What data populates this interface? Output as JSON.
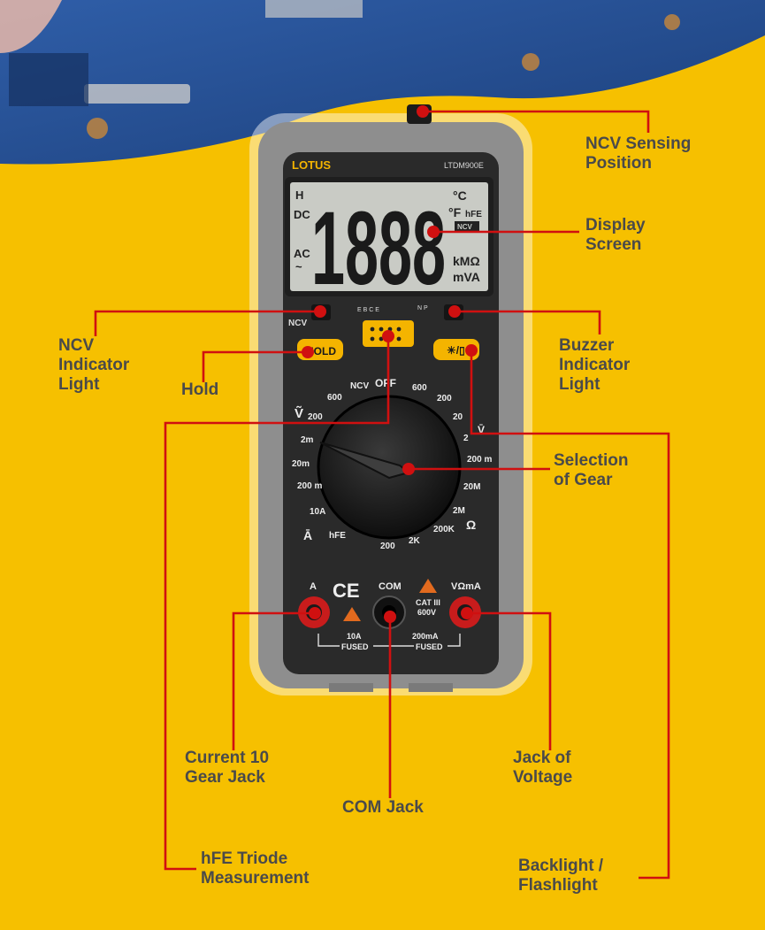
{
  "device": {
    "brand": "LOTUS",
    "model": "LTDM900E",
    "lcd": {
      "digits": "1888",
      "left_symbols": [
        "H",
        "DC",
        "AC",
        "~"
      ],
      "right_symbols": [
        "°C",
        "°F",
        "hFE",
        "NCV",
        "kMΩ",
        "mVA"
      ]
    },
    "buttons": {
      "ncv": "NCV",
      "hold": "HOLD",
      "hfe_socket_label": "E B C E",
      "np": "N P"
    },
    "dial": {
      "ticks": [
        "OFF",
        "600",
        "200",
        "20",
        "2",
        "200 m",
        "20M",
        "2M",
        "200K",
        "2K",
        "200",
        "hFE",
        "10A",
        "200 m",
        "20m",
        "2m",
        "200",
        "600",
        "NCV"
      ],
      "range_labels": [
        "Ṽ",
        "V̄",
        "Ω",
        "Ā"
      ]
    },
    "jacks": {
      "a": "A",
      "com": "COM",
      "vma": "VΩmA",
      "cat": "CAT III",
      "cat_volt": "600V",
      "fuse_a": "10A",
      "fuse_ma": "200mA",
      "fused": "FUSED",
      "ce": "CE"
    }
  },
  "callouts": {
    "ncv_sensing": "NCV Sensing\nPosition",
    "display": "Display\nScreen",
    "ncv_light": "NCV\nIndicator\nLight",
    "hold": "Hold",
    "buzzer": "Buzzer\nIndicator\nLight",
    "gear": "Selection\nof Gear",
    "current_jack": "Current 10\nGear Jack",
    "voltage_jack": "Jack of\nVoltage",
    "com_jack": "COM Jack",
    "hfe": "hFE Triode\nMeasurement",
    "backlight": "Backlight /\nFlashlight"
  },
  "colors": {
    "background": "#f6c000",
    "leader": "#d01010",
    "body": "#8d8d8d",
    "accent": "#f4b400"
  }
}
